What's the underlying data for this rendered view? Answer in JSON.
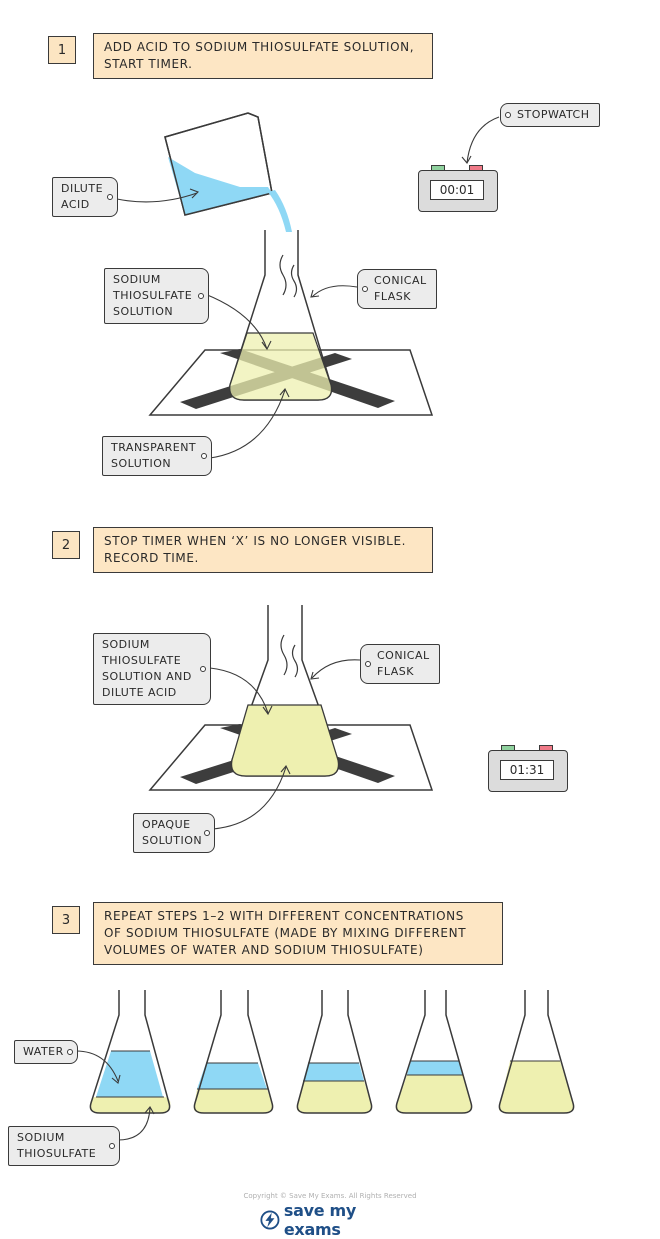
{
  "steps": [
    {
      "number": "1",
      "text": "ADD  ACID  TO  SODIUM  THIOSULFATE   SOLUTION,\nSTART   TIMER."
    },
    {
      "number": "2",
      "text": "STOP  TIMER  WHEN  ‘X’  IS  NO  LONGER  VISIBLE.\nRECORD  TIME."
    },
    {
      "number": "3",
      "text": "REPEAT  STEPS  1–2  WITH  DIFFERENT  CONCENTRATIONS\nOF  SODIUM  THIOSULFATE  (MADE  BY  MIXING  DIFFERENT\nVOLUMES   OF   WATER   AND   SODIUM   THIOSULFATE)"
    }
  ],
  "labels": {
    "stopwatch": "STOPWATCH",
    "dilute_acid": "DILUTE\nACID",
    "sodium_thiosulfate_solution": "SODIUM\nTHIOSULFATE\nSOLUTION",
    "conical_flask_1": "CONICAL\nFLASK",
    "transparent_solution": "TRANSPARENT\nSOLUTION",
    "sodium_thiosulfate_and_acid": "SODIUM\nTHIOSULFATE\nSOLUTION  AND\nDILUTE   ACID",
    "conical_flask_2": "CONICAL\nFLASK",
    "opaque_solution": "OPAQUE\nSOLUTION",
    "water": "WATER",
    "sodium_thiosulfate": "SODIUM\nTHIOSULFATE"
  },
  "stopwatch_1": {
    "time": "00:01"
  },
  "stopwatch_2": {
    "time": "01:31"
  },
  "footer": {
    "copyright": "Copyright © Save My Exams. All Rights Reserved",
    "brand": "save my exams"
  },
  "colors": {
    "instruction_box": "#fde6c4",
    "label_tag": "#ececec",
    "acid": "#8fd8f5",
    "thiosulfate": "#eef0b0",
    "water": "#8fd8f5",
    "cross": "#3d3d3d",
    "stopwatch_green": "#8fd19e",
    "stopwatch_red": "#f07a88",
    "brand": "#1f4f87"
  }
}
